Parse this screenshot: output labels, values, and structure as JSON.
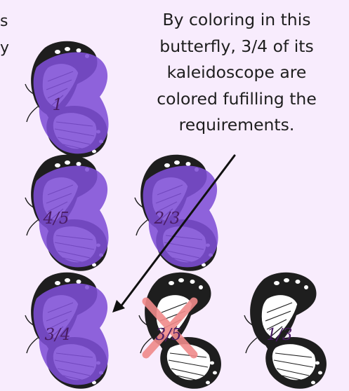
{
  "edge_fragment": [
    "s",
    "y"
  ],
  "callout": {
    "lines": [
      "By coloring in this",
      "butterfly, 3/4 of its",
      "kaleidoscope are",
      "colored fufilling the",
      "requirements."
    ]
  },
  "butterflies": [
    {
      "label": "1",
      "colored": true,
      "crossed": false
    },
    {
      "label": "4/5",
      "colored": true,
      "crossed": false
    },
    {
      "label": "2/3",
      "colored": true,
      "crossed": false
    },
    {
      "label": "3/4",
      "colored": true,
      "crossed": false
    },
    {
      "label": "3/5",
      "colored": false,
      "crossed": true
    },
    {
      "label": "1/3",
      "colored": false,
      "crossed": false
    }
  ],
  "colors": {
    "background": "#f8ecfd",
    "wing_dark": "#1e1e1e",
    "scribble": "#7e4fd6",
    "label": "#4a1c64",
    "cross": "#f08a8a"
  }
}
